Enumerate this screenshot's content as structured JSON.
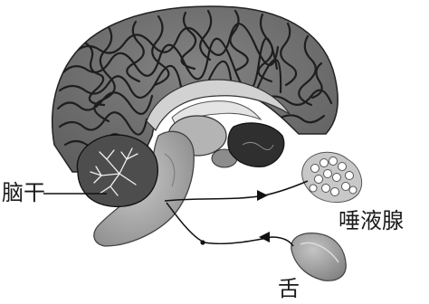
{
  "labels": {
    "brainstem": "脑干",
    "salivary_gland": "唾液腺",
    "tongue": "舌"
  },
  "colors": {
    "cortex": "#6e6e6e",
    "gyri_lines": "#1e1e1e",
    "cerebellum": "#4d4d4d",
    "brainstem": "#a9a9a9",
    "corpus_callosum": "#d2d2d2",
    "nerve": "#111111",
    "gland": "#c8c8c8",
    "tongue": "#9d9d9d"
  }
}
